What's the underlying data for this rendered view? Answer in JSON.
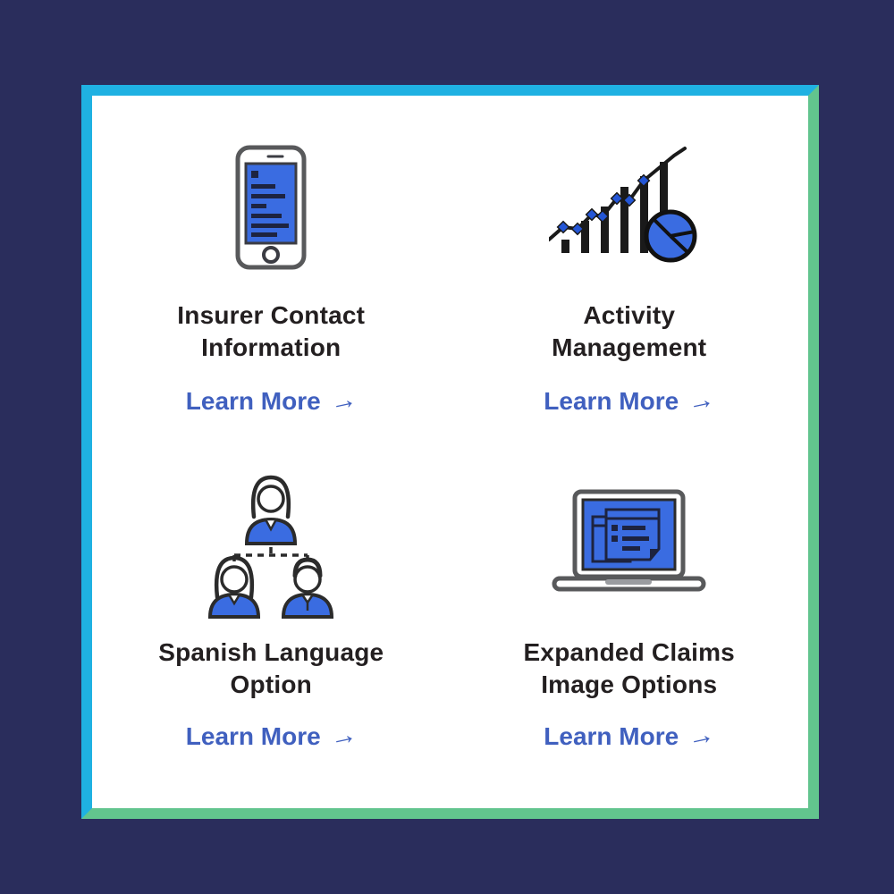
{
  "colors": {
    "page_background": "#2a2d5c",
    "card_background": "#ffffff",
    "card_border_top_left": "#1fb1e2",
    "card_border_bottom_right": "#62c48e",
    "title_text": "#231f20",
    "link_text": "#4060bf",
    "icon_fill_blue": "#3a6ce1",
    "icon_outline_dark": "#2b2b2b",
    "icon_outline_gray": "#58595b"
  },
  "features": [
    {
      "icon": "smartphone-icon",
      "title_lines": [
        "Insurer Contact",
        "Information"
      ],
      "link_label": "Learn More",
      "link_arrow": "→"
    },
    {
      "icon": "activity-chart-icon",
      "title_lines": [
        "Activity",
        "Management"
      ],
      "link_label": "Learn More",
      "link_arrow": "→"
    },
    {
      "icon": "people-org-chart-icon",
      "title_lines": [
        "Spanish Language",
        "Option"
      ],
      "link_label": "Learn More",
      "link_arrow": "→"
    },
    {
      "icon": "laptop-icon",
      "title_lines": [
        "Expanded Claims",
        "Image Options"
      ],
      "link_label": "Learn More",
      "link_arrow": "→"
    }
  ]
}
